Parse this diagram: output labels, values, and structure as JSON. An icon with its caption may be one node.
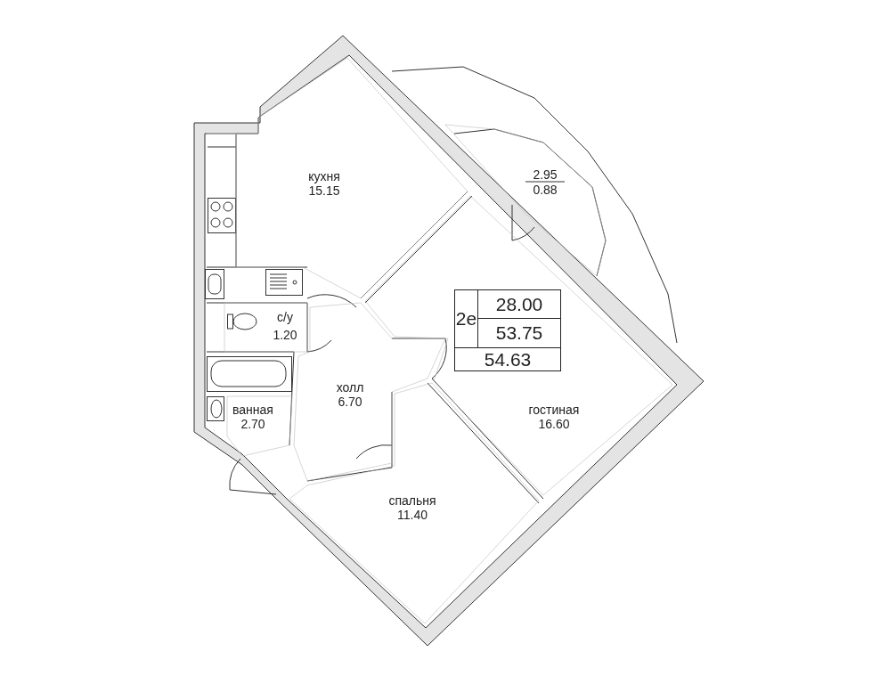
{
  "diagram": {
    "nodes": [
      {
        "text": [
          "кухня",
          "15.15"
        ]
      },
      {
        "text": [
          "2.95",
          "0.88"
        ]
      },
      {
        "text": [
          "с/у",
          "1.20"
        ]
      },
      {
        "text": [
          "холл",
          "6.70"
        ]
      },
      {
        "text": [
          "ванная",
          "2.70"
        ]
      },
      {
        "text": [
          "гостиная",
          "16.60"
        ]
      },
      {
        "text": [
          "спальня",
          "11.40"
        ]
      }
    ],
    "labels": [
      "2е",
      "28.00",
      "53.75",
      "54.63"
    ]
  }
}
